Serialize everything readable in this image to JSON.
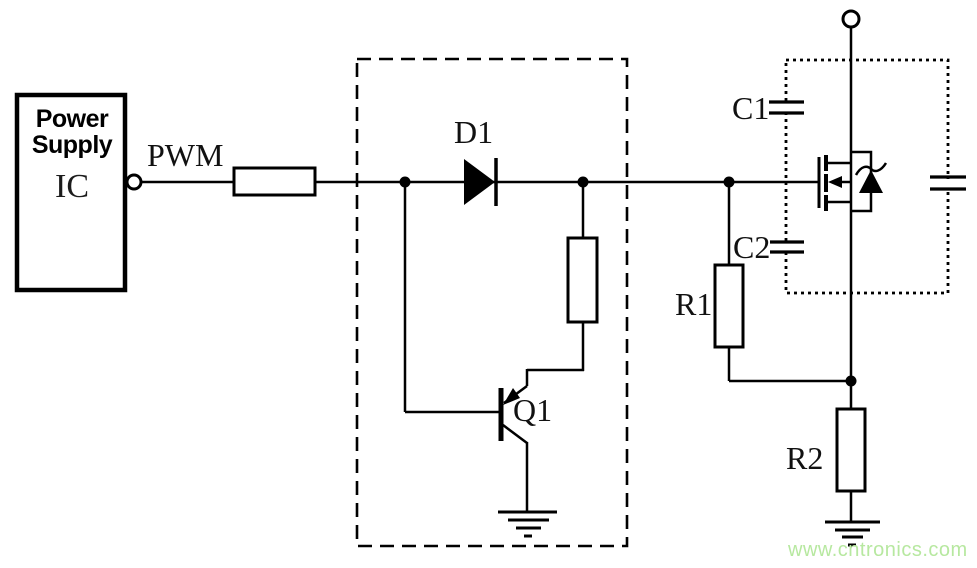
{
  "labels": {
    "power_line1": "Power",
    "power_line2": "Supply",
    "power_line3": "IC",
    "pwm": "PWM",
    "d1": "D1",
    "q1": "Q1",
    "c1": "C1",
    "c2": "C2",
    "r1": "R1",
    "r2": "R2"
  },
  "watermark": {
    "text": "www.cntronics.com",
    "color": "#b7e8a0"
  },
  "colors": {
    "line": "#000000",
    "background": "#ffffff"
  },
  "components": {
    "blocks": [
      "Power Supply IC block",
      "dashed drive-stage enclosure",
      "dotted MOSFET enclosure"
    ],
    "labeled_parts": [
      "D1 diode",
      "Q1 PNP transistor",
      "C1 capacitor",
      "C2 capacitor",
      "R1 resistor",
      "R2 resistor"
    ],
    "unlabeled_parts": [
      "series gate resistor",
      "base pull resistor",
      "drain-source capacitor",
      "N-channel MOSFET with body diode",
      "PWM output terminal",
      "drain terminal",
      "two earth grounds"
    ]
  }
}
